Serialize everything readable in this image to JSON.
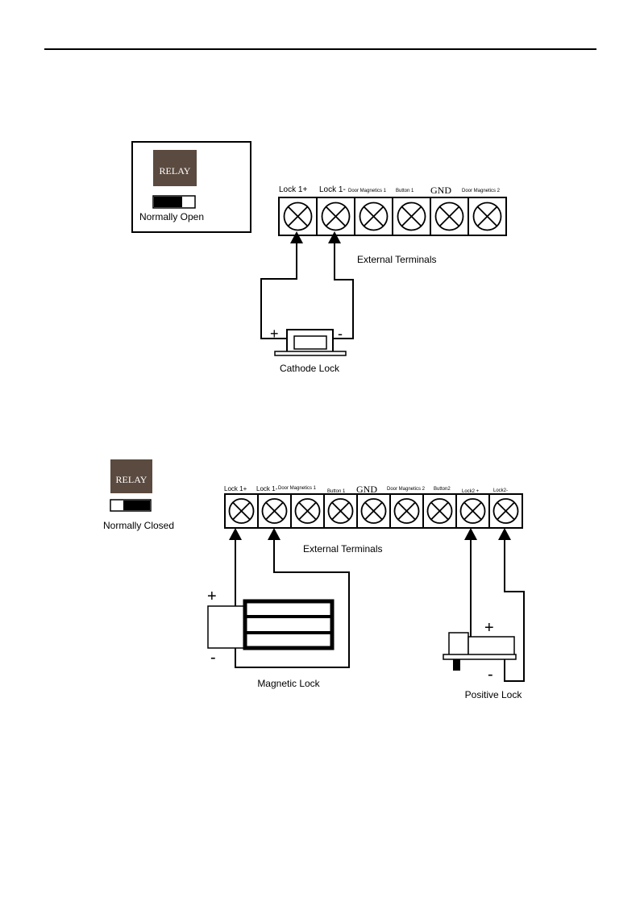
{
  "diagram1": {
    "relay_label": "RELAY",
    "mode_label": "Normally Open",
    "terminal_labels": [
      "Lock 1+",
      "Lock 1-",
      "Door Magnetics 1",
      "Button 1",
      "GND",
      "Door Magnetics 2"
    ],
    "terminals_caption": "External Terminals",
    "lock_label": "Cathode Lock",
    "plus_sign": "+",
    "minus_sign": "-"
  },
  "diagram2": {
    "relay_label": "RELAY",
    "mode_label": "Normally Closed",
    "terminal_labels": [
      "Lock 1+",
      "Lock 1-",
      "Door Magnetics 1",
      "Button 1",
      "GND",
      "Door Magnetics 2",
      "Button2",
      "Lock2 +",
      "Lock2-"
    ],
    "terminals_caption": "External Terminals",
    "magnetic_lock_label": "Magnetic Lock",
    "positive_lock_label": "Positive Lock",
    "plus_sign": "+",
    "minus_sign": "-"
  },
  "colors": {
    "relay_fill": "#5b4a3f",
    "relay_text": "#ffffff",
    "line": "#000000"
  }
}
